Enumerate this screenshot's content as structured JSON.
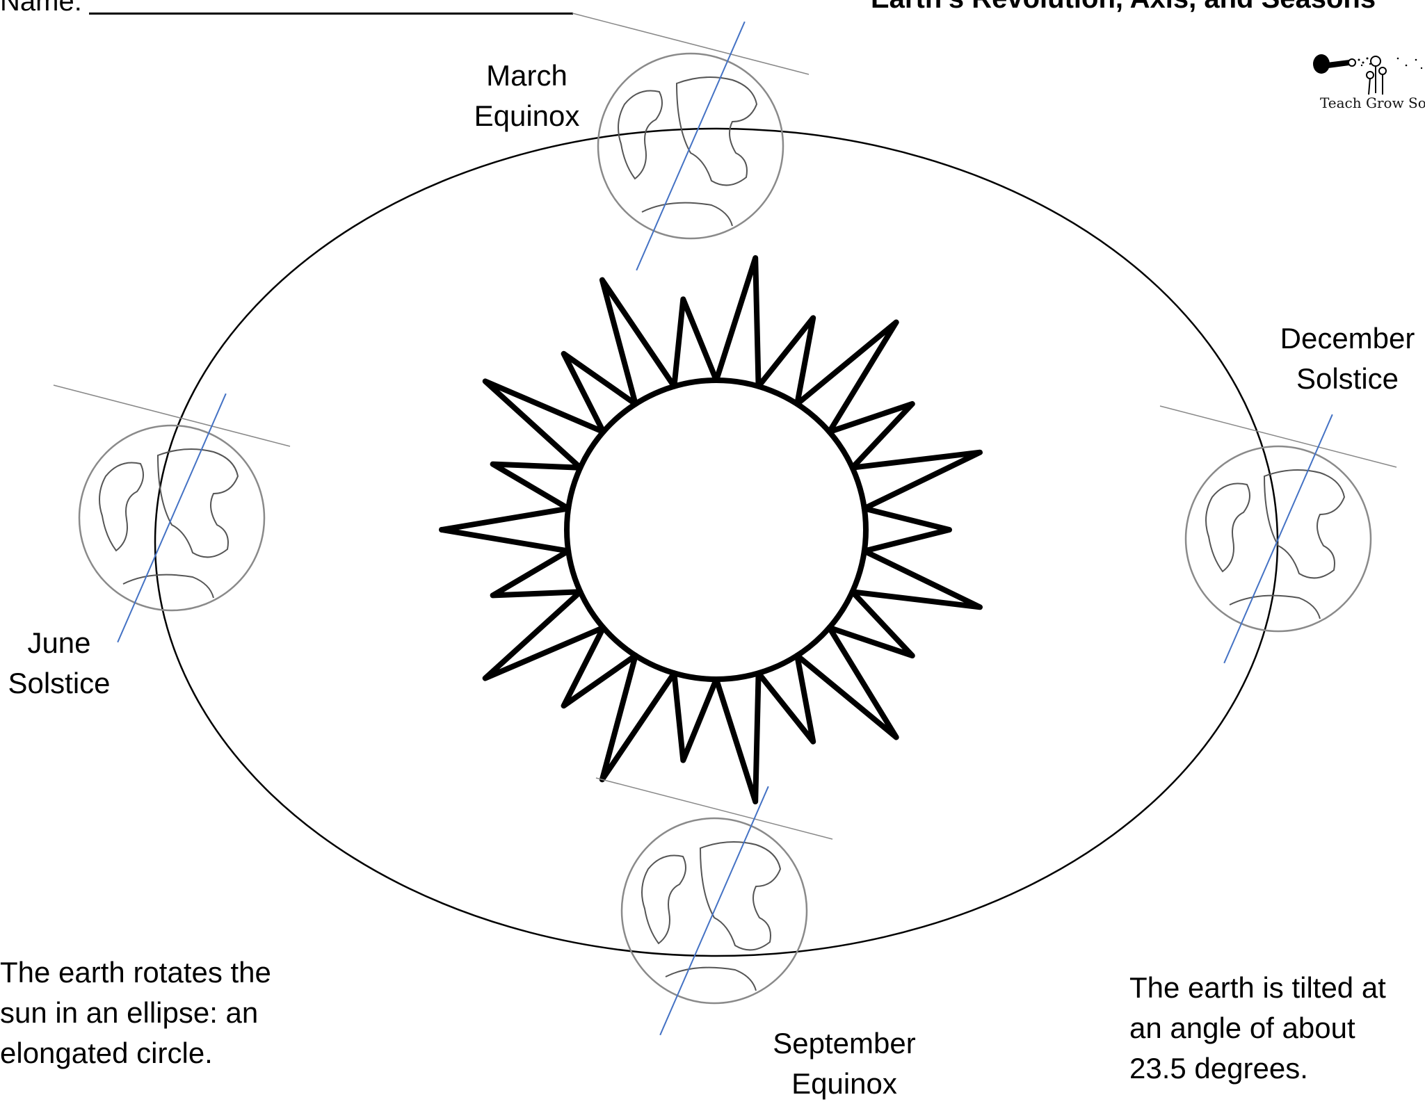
{
  "header": {
    "name_label": "Name:",
    "title": "Earth’s Revolution, Axis, and Seasons"
  },
  "logo": {
    "text": "Teach Grow Sow",
    "icon": "watering-can-dandelion-logo"
  },
  "labels": {
    "march_line1": "March",
    "march_line2": "Equinox",
    "june_line1": "June",
    "june_line2": "Solstice",
    "december_line1": "December",
    "december_line2": "Solstice",
    "september_line1": "September",
    "september_line2": "Equinox"
  },
  "notes": {
    "ellipse": [
      "The earth rotates the",
      "sun in an ellipse: an",
      "elongated circle."
    ],
    "tilt": [
      "The earth is tilted at",
      "an angle of about",
      "23.5 degrees."
    ]
  },
  "colors": {
    "axis_line": "#4472c4",
    "globe_outline": "#8a8a8a",
    "orbit": "#000000",
    "sun": "#000000"
  }
}
